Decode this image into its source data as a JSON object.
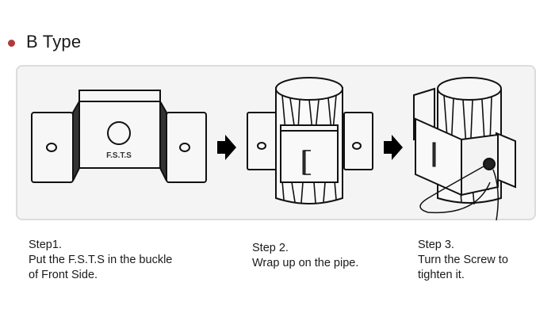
{
  "section": {
    "bullet_color": "#b03a3a",
    "title": "B Type"
  },
  "diagram": {
    "step1_label": "F.S.T.S",
    "arrow_icon": "right-arrow",
    "steps": [
      {
        "title": "Step1.",
        "lines": [
          "Put the F.S.T.S in the buckle",
          "of Front Side."
        ]
      },
      {
        "title": "Step 2.",
        "lines": [
          "Wrap up on the pipe."
        ]
      },
      {
        "title": "Step 3.",
        "lines": [
          "Turn the Screw to",
          "tighten it."
        ]
      }
    ]
  }
}
